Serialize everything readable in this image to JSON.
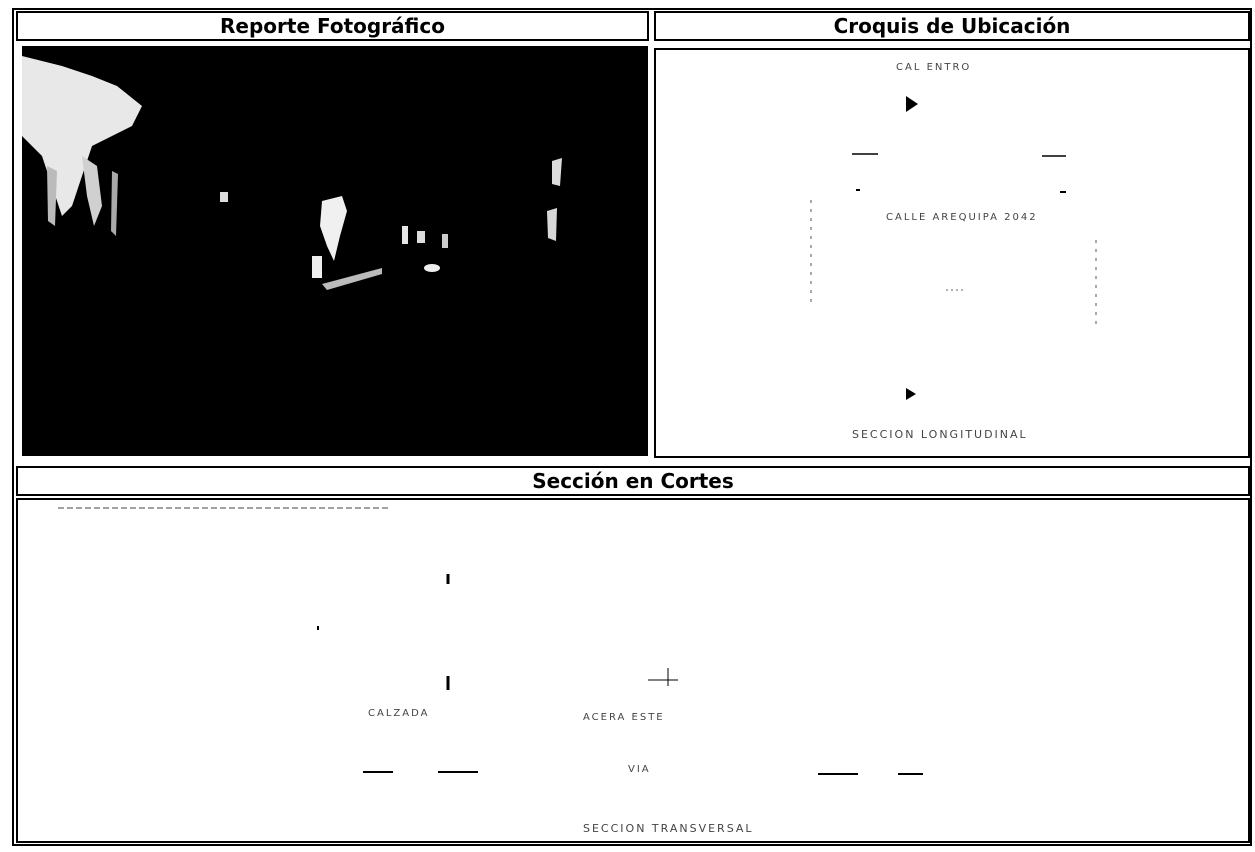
{
  "headers": {
    "photo_report": "Reporte Fotográfico",
    "location_sketch": "Croquis de Ubicación",
    "sections": "Sección en Cortes"
  },
  "sketch": {
    "top_label": "CAL ENTRO",
    "center_label": "CALLE AREQUIPA 2042",
    "bottom_label": "SECCION LONGITUDINAL"
  },
  "sections_view": {
    "caption": "SECCION TRANSVERSAL",
    "label_left": "CALZADA",
    "label_center": "ACERA ESTE",
    "label_center_bottom": "VIA"
  }
}
